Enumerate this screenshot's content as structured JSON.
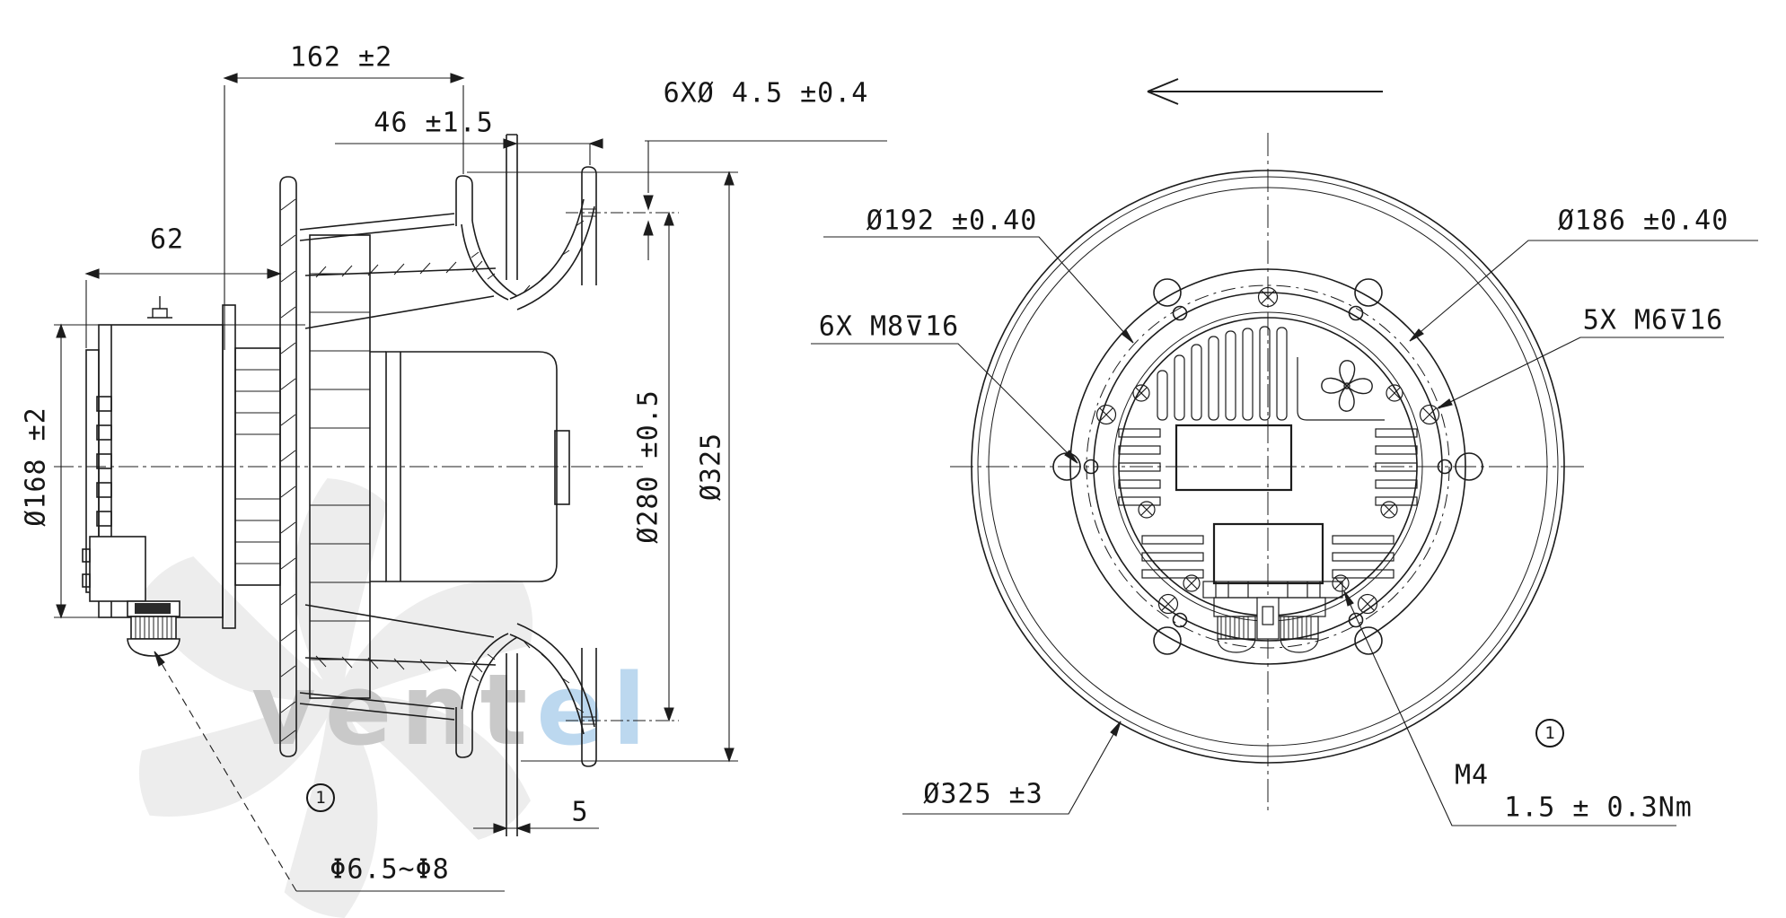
{
  "drawing": {
    "type": "centrifugal-fan-dimensional-drawing",
    "views": {
      "side_section_view": {
        "dim_overall_depth": "162 ±2",
        "dim_inlet_depth": "46 ±1.5",
        "dim_motor_length": "62",
        "dim_motor_diameter": "Ø168 ±2",
        "dim_inlet_hole_circle": "Ø280 ±0.5",
        "dim_impeller_diameter": "Ø325",
        "dim_flange_thickness": "5",
        "dim_mounting_holes": "6XØ 4.5 ±0.4",
        "dim_cable_gland_range": "Φ6.5~Φ8",
        "balloon_note": "1"
      },
      "rear_view": {
        "dim_bolt_circle": "Ø192 ±0.40",
        "dim_screw_circle": "Ø186 ±0.40",
        "thread_spec_m8": "6X M8⊽16",
        "thread_spec_m6": "5X M6⊽16",
        "dim_outer_diameter": "Ø325 ±3",
        "thread_spec_m4": "M4",
        "tightening_torque": "1.5 ± 0.3Nm",
        "balloon_note": "1"
      }
    },
    "icons": {
      "rotation_direction": "left-arrow",
      "motor_cooling_fan": "propeller"
    },
    "watermark": {
      "part1": "vent",
      "part2": "el",
      "color_part1": "#c9c9c9",
      "color_part2": "#bcd8ef",
      "swirl_color": "#ededed"
    },
    "colors": {
      "line": "#1c1c1c",
      "background": "#ffffff"
    }
  }
}
